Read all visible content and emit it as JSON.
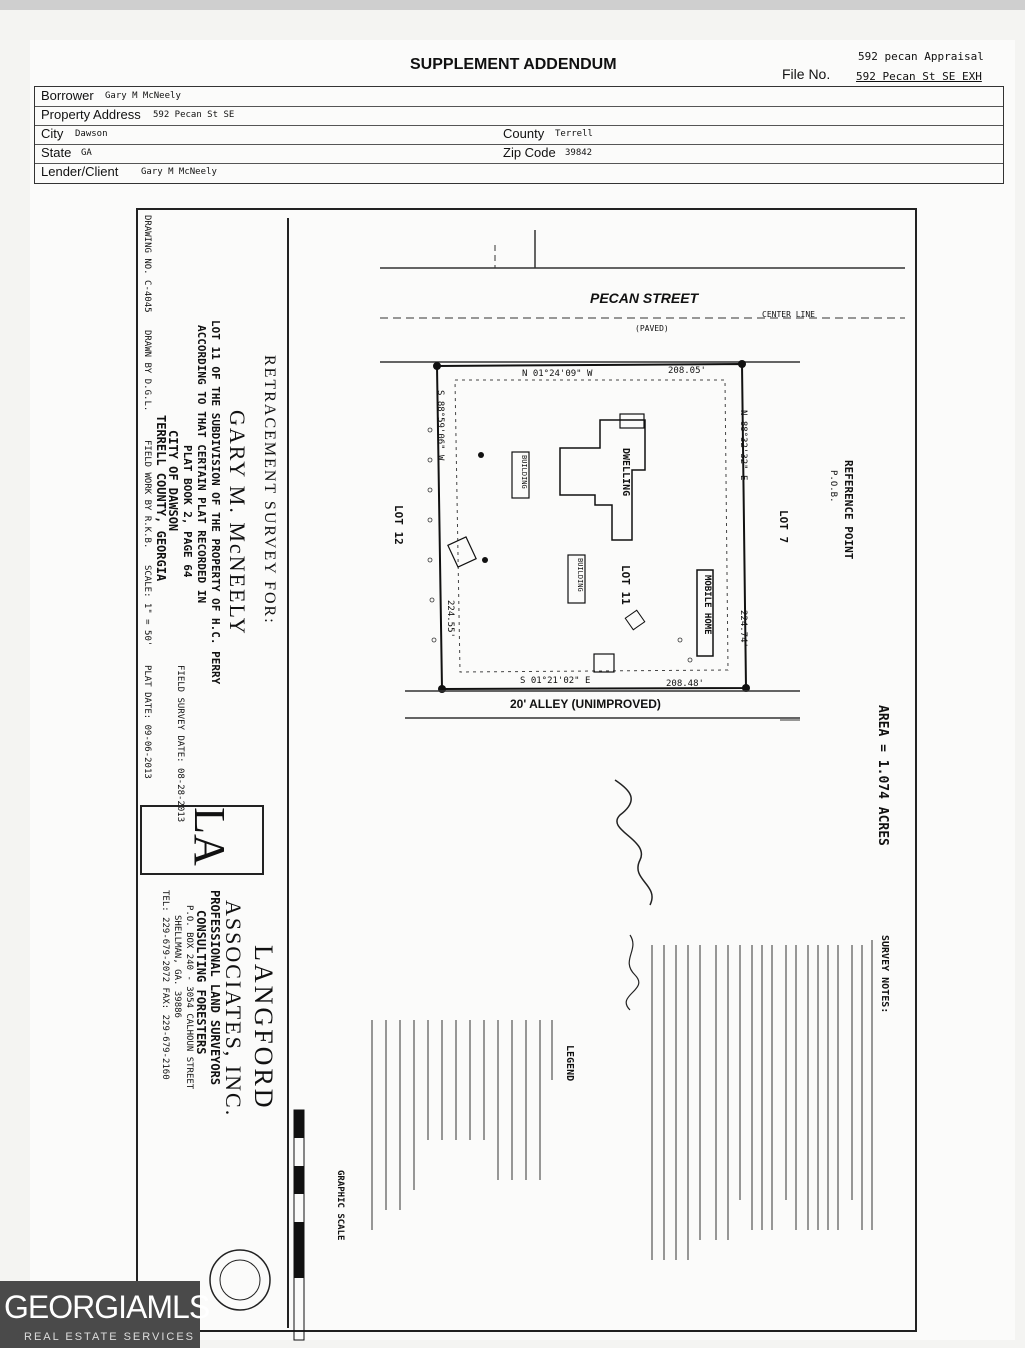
{
  "header": {
    "title": "SUPPLEMENT ADDENDUM",
    "file_no_label": "File No.",
    "file_no_line1": "592 pecan Appraisal",
    "file_no_line2": "592 Pecan St SE EXH"
  },
  "form": {
    "borrower_label": "Borrower",
    "borrower": "Gary M McNeely",
    "property_address_label": "Property Address",
    "property_address": "592 Pecan St SE",
    "city_label": "City",
    "city": "Dawson",
    "county_label": "County",
    "county": "Terrell",
    "state_label": "State",
    "state": "GA",
    "zip_label": "Zip Code",
    "zip": "39842",
    "lender_label": "Lender/Client",
    "lender": "Gary M McNeely"
  },
  "survey": {
    "title": "RETRACEMENT SURVEY FOR:",
    "client": "GARY M. McNEELY",
    "desc1": "LOT 11 OF THE SUBDIVISION OF THE PROPERTY OF H.C. PERRY",
    "desc2": "ACCORDING TO THAT CERTAIN PLAT RECORDED IN",
    "desc3": "PLAT BOOK 2, PAGE 64",
    "city": "CITY OF DAWSON",
    "county": "TERRELL COUNTY, GEORGIA",
    "drawing_no": "DRAWING NO. C-4045",
    "drawn_by": "DRAWN BY D.G.L.",
    "field_work": "FIELD WORK BY R.K.B.",
    "scale": "SCALE: 1\" = 50'",
    "field_date": "FIELD SURVEY DATE: 08-28-2013",
    "plat_date": "PLAT DATE: 09-06-2013",
    "street": "PECAN STREET",
    "paved": "(PAVED)",
    "center_line": "CENTER LINE",
    "alley": "20' ALLEY (UNIMPROVED)",
    "area": "AREA = 1.074 ACRES",
    "lot11": "LOT 11",
    "lot12": "LOT 12",
    "lot7": "LOT 7",
    "dwelling": "DWELLING",
    "mobile_home": "MOBILE HOME",
    "building": "BUILDING",
    "reference_point": "REFERENCE POINT",
    "pob": "P.O.B.",
    "north_bearing": "N 01°24'09\" W",
    "north_dist": "208.05'",
    "south_bearing": "S 01°21'02\" E",
    "south_dist": "208.48'",
    "east_bearing": "N 88°32'32\" E",
    "east_dist": "224.74'",
    "west_bearing": "S 88°59'06\" W",
    "west_dist": "224.55'",
    "firm_name": "LANGFORD",
    "firm_name2": "ASSOCIATES, INC.",
    "firm_desc1": "PROFESSIONAL LAND SURVEYORS",
    "firm_desc2": "CONSULTING FORESTERS",
    "firm_addr": "P.O. BOX 240 - 3054 CALHOUN STREET",
    "firm_city": "SHELLMAN, GA. 39886",
    "firm_tel": "TEL: 229-679-2072 FAX: 229-679-2160",
    "notes_title": "SURVEY NOTES:",
    "legend_title": "LEGEND",
    "graphic_scale": "GRAPHIC SCALE"
  },
  "logo": {
    "main": "GEORGIAMLS",
    "sub": "REAL ESTATE SERVICES"
  }
}
